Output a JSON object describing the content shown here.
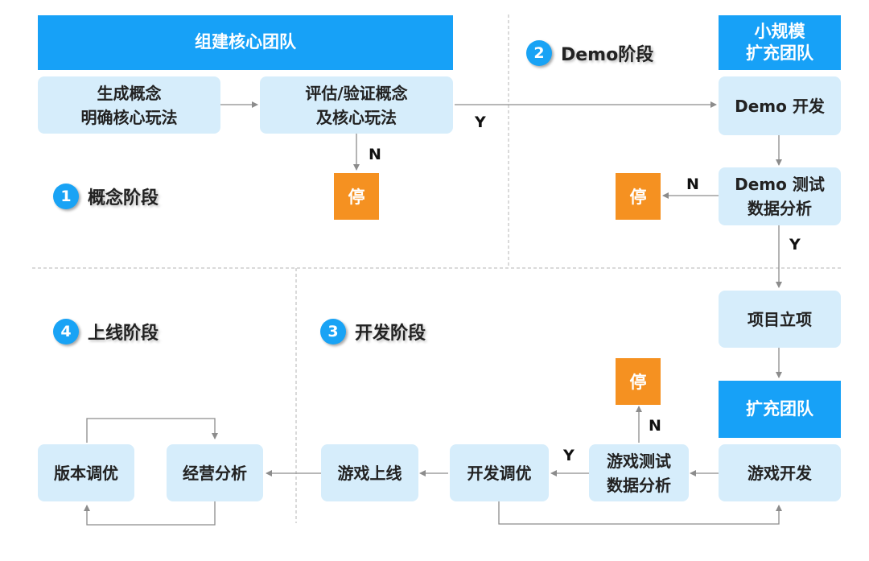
{
  "colors": {
    "accent": "#17a1f7",
    "box": "#d6edfb",
    "stop": "#f59121"
  },
  "stages": [
    {
      "num": "1",
      "label": "概念阶段"
    },
    {
      "num": "2",
      "label": "Demo阶段"
    },
    {
      "num": "3",
      "label": "开发阶段"
    },
    {
      "num": "4",
      "label": "上线阶段"
    }
  ],
  "banners": {
    "core_team": "组建核心团队",
    "small_team": "小规模\n扩充团队",
    "expand_team": "扩充团队"
  },
  "nodes": {
    "generate_concept": "生成概念\n明确核心玩法",
    "evaluate_concept": "评估/验证概念\n及核心玩法",
    "demo_dev": "Demo 开发",
    "demo_test": "Demo 测试\n数据分析",
    "project_setup": "项目立项",
    "game_dev": "游戏开发",
    "game_test": "游戏测试\n数据分析",
    "dev_tuning": "开发调优",
    "game_launch": "游戏上线",
    "operation_analysis": "经营分析",
    "version_tuning": "版本调优"
  },
  "stop_label": "停",
  "decisions": {
    "yes": "Y",
    "no": "N"
  }
}
